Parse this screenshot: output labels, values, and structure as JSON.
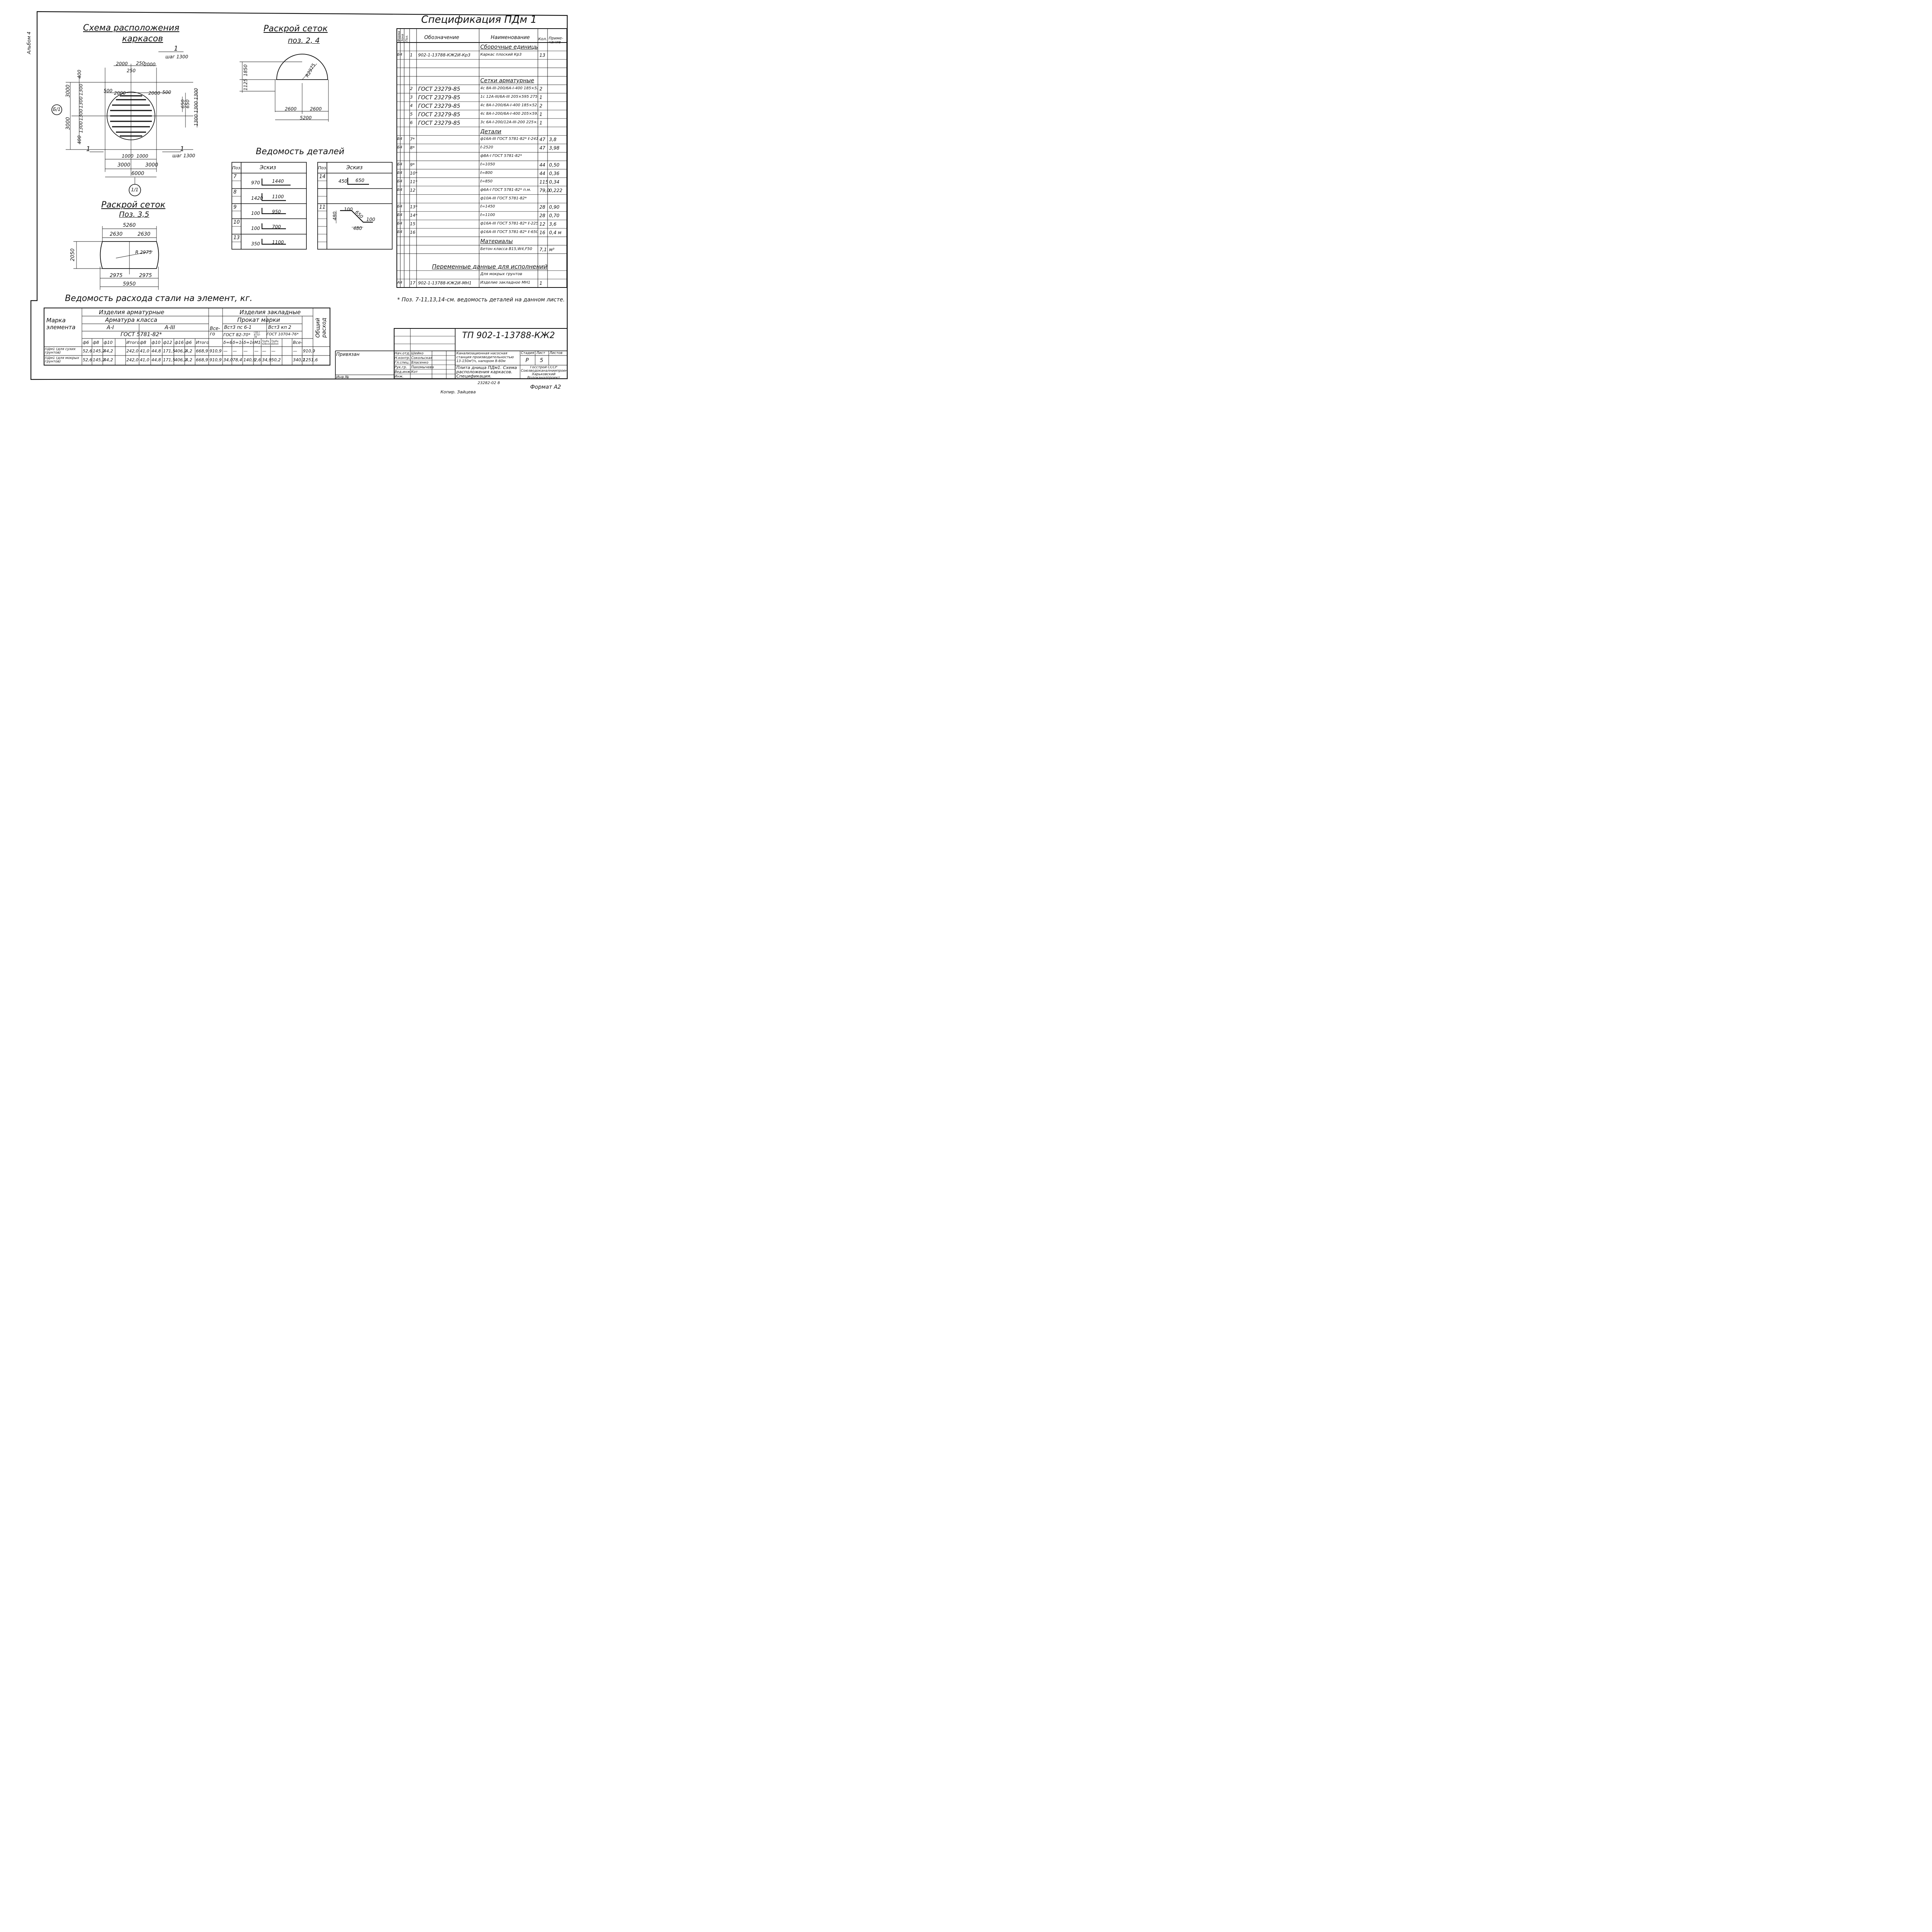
{
  "side_label": "Альбом 4",
  "scheme": {
    "title_line1": "Схема расположения",
    "title_line2": "каркасов",
    "mark_1_top": "1",
    "step_top": "шаг 1300",
    "mark_1_left": "1",
    "mark_1_right": "1",
    "step_right": "шаг 1300",
    "axis_b1": "Б/1",
    "axis_11": "1/1",
    "dims_top": [
      "2000",
      "250",
      "2000",
      "250"
    ],
    "dims_inner": [
      "500",
      "2000",
      "2000",
      "500"
    ],
    "dims_left": [
      "400",
      "1300",
      "1300",
      "1300",
      "1300",
      "400"
    ],
    "dims_left_outer": [
      "3000",
      "3000"
    ],
    "dims_right": [
      "1300",
      "1300",
      "650",
      "650",
      "1300"
    ],
    "dims_bottom_small": [
      "1000",
      "1000"
    ],
    "dims_bottom": [
      "3000",
      "3000"
    ],
    "dims_total": "6000"
  },
  "raskroy24": {
    "title": "Раскрой сеток",
    "subtitle": "поз. 2, 4",
    "dim_h1": "1850",
    "dim_h2": "1125",
    "radius": "R2975",
    "dims": [
      "2600",
      "2600"
    ],
    "total": "5200"
  },
  "raskroy35": {
    "title": "Раскрой сеток",
    "subtitle": "Поз. 3,5",
    "total_top": "5260",
    "dims_top": [
      "2630",
      "2630"
    ],
    "height": "2050",
    "radius": "R 2975",
    "dims_bottom": [
      "2975",
      "2975"
    ],
    "total_bottom": "5950"
  },
  "details": {
    "title": "Ведомость деталей",
    "col_pos": "Поз.",
    "col_sketch": "Эскиз",
    "left": [
      {
        "pos": "7",
        "a": "970",
        "b": "1440"
      },
      {
        "pos": "8",
        "a": "1420",
        "b": "1100"
      },
      {
        "pos": "9",
        "a": "100",
        "b": "950"
      },
      {
        "pos": "10",
        "a": "100",
        "b": "700"
      },
      {
        "pos": "13",
        "a": "350",
        "b": "1100"
      }
    ],
    "right": [
      {
        "pos": "14",
        "a": "450",
        "b": "650"
      },
      {
        "pos": "",
        "a": "",
        "b": ""
      },
      {
        "pos": "11",
        "a": "100",
        "b": "650",
        "c": "100",
        "d": "480",
        "e": "480"
      }
    ]
  },
  "spec": {
    "title": "Спецификация ПДм 1",
    "headers": [
      "Формат",
      "Зона",
      "Поз.",
      "Обозначение",
      "Наименование",
      "Кол.",
      "Приме-чание"
    ],
    "rows": [
      {
        "f": "",
        "p": "",
        "d": "",
        "n": "Сборочные единицы",
        "q": "",
        "r": "",
        "sec": true
      },
      {
        "f": "Б4",
        "p": "1",
        "d": "902-1-13788-КЖ2И-Кр3",
        "n": "Каркас плоский  Кр3",
        "q": "13",
        "r": ""
      },
      {
        "f": "",
        "p": "",
        "d": "",
        "n": "",
        "q": "",
        "r": ""
      },
      {
        "f": "",
        "p": "",
        "d": "",
        "n": "",
        "q": "",
        "r": ""
      },
      {
        "f": "",
        "p": "",
        "d": "",
        "n": "Сетки арматурные",
        "q": "",
        "r": "",
        "sec": true
      },
      {
        "f": "",
        "p": "2",
        "d": "ГОСТ 23279-85",
        "n": "4с 8А-III-200/6А-I-400 185×525 225+225/25",
        "q": "2",
        "r": ""
      },
      {
        "f": "",
        "p": "3",
        "d": "ГОСТ 23279-85",
        "n": "1с 12А-III/6А-III 205×595 275+275/25",
        "q": "1",
        "r": ""
      },
      {
        "f": "",
        "p": "4",
        "d": "ГОСТ 23279-85",
        "n": "4с 8А-I-200/6А-I-400 185×525 225+225/25",
        "q": "2",
        "r": ""
      },
      {
        "f": "",
        "p": "5",
        "d": "ГОСТ 23279-85",
        "n": "4с 8А-I-200/6А-I-400 205×595 175+175/25",
        "q": "1",
        "r": ""
      },
      {
        "f": "",
        "p": "6",
        "d": "ГОСТ 23279-85",
        "n": "3с 6А-I-200/12А-III-200 225×505",
        "q": "1",
        "r": ""
      },
      {
        "f": "",
        "p": "",
        "d": "",
        "n": "Детали",
        "q": "",
        "r": "",
        "sec": true
      },
      {
        "f": "Б4",
        "p": "7*",
        "d": "",
        "n": "ф16А-III ГОСТ 5781-82* ℓ-2410",
        "q": "47",
        "r": "3,8"
      },
      {
        "f": "Б4",
        "p": "8*",
        "d": "",
        "n": "ℓ-2520",
        "q": "47",
        "r": "3,98"
      },
      {
        "f": "",
        "p": "",
        "d": "",
        "n": "ф8А-I ГОСТ 5781-82*",
        "q": "",
        "r": ""
      },
      {
        "f": "Б4",
        "p": "9*",
        "d": "",
        "n": "ℓ=1050",
        "q": "44",
        "r": "0,50"
      },
      {
        "f": "Б4",
        "p": "10*",
        "d": "",
        "n": "ℓ=800",
        "q": "44",
        "r": "0,36"
      },
      {
        "f": "Б4",
        "p": "11*",
        "d": "",
        "n": "ℓ=850",
        "q": "115",
        "r": "0,34"
      },
      {
        "f": "Б4",
        "p": "12",
        "d": "",
        "n": "ф6А-I ГОСТ 5781-82* п.м.",
        "q": "79,0",
        "r": "0,222"
      },
      {
        "f": "",
        "p": "",
        "d": "",
        "n": "ф10А-III ГОСТ 5781-82*",
        "q": "",
        "r": ""
      },
      {
        "f": "Б4",
        "p": "13*",
        "d": "",
        "n": "ℓ=1450",
        "q": "28",
        "r": "0,90"
      },
      {
        "f": "Б4",
        "p": "14*",
        "d": "",
        "n": "ℓ=1100",
        "q": "28",
        "r": "0,70"
      },
      {
        "f": "Б4",
        "p": "15",
        "d": "",
        "n": "ф16А-III ГОСТ 5781-82* ℓ-2250",
        "q": "12",
        "r": "3,6"
      },
      {
        "f": "Б4",
        "p": "16",
        "d": "",
        "n": "ф16А-III ГОСТ 5781-82* ℓ-650",
        "q": "16",
        "r": "0,4 м"
      },
      {
        "f": "",
        "p": "",
        "d": "",
        "n": "Материалы",
        "q": "",
        "r": "",
        "sec": true
      },
      {
        "f": "",
        "p": "",
        "d": "",
        "n": "Бетон класса В15,W4,F50",
        "q": "7,1",
        "r": "м³"
      },
      {
        "f": "",
        "p": "",
        "d": "",
        "n": "",
        "q": "",
        "r": ""
      },
      {
        "f": "",
        "p": "",
        "d": "",
        "n": "Для мокрых грунтов",
        "q": "",
        "r": ""
      },
      {
        "f": "А4",
        "p": "17",
        "d": "902-1-13788-КЖ2И-МН1",
        "n": "Изделие закладное МН1",
        "q": "1",
        "r": ""
      }
    ],
    "variable_data": "Переменные данные для исполнений",
    "footnote": "* Поз. 7-11,13,14-см. ведомость деталей на данном листе."
  },
  "steel": {
    "title": "Ведомость расхода стали на элемент, кг.",
    "h_mark": "Марка элемента",
    "h_arm": "Изделия арматурные",
    "h_arm_class": "Арматура класса",
    "h_ai": "А-I",
    "h_aiii": "А-III",
    "h_gost": "ГОСТ 5781-82*",
    "h_total": "Все-го",
    "h_zakl": "Изделия закладные",
    "h_prokat": "Прокат марки",
    "h_vst_ps": "Вст3 пс 6-1",
    "h_vst_kp": "Вст3 кп 2",
    "h_gost82": "ГОСТ 82-70*",
    "h_gost8732": "ГОСТ 8732-78",
    "h_gost10704": "ГОСТ 10704-76*",
    "h_common": "Общий расход",
    "sub": [
      "ф6",
      "ф8",
      "ф10",
      "",
      "Итого",
      "ф8",
      "ф10",
      "ф12",
      "ф16",
      "ф6",
      "Итого",
      "",
      "δ=6",
      "δ=10",
      "δ=16",
      "М16",
      "Труба 426х10",
      "Труба 820х5",
      "",
      "Все-го",
      ""
    ],
    "rows": [
      {
        "mark": "ПДм1 (для сухих грунтов)",
        "v": [
          "52,6",
          "145,2",
          "44,2",
          "",
          "242,0",
          "41,0",
          "44,8",
          "171,5",
          "406,2",
          "4,2",
          "668,9",
          "910,9",
          "—",
          "—",
          "—",
          "—",
          "—",
          "—",
          "",
          "—",
          "910,9"
        ]
      },
      {
        "mark": "ПДм1 (для мокрых грунтов)",
        "v": [
          "52,6",
          "145,2",
          "44,2",
          "",
          "242,0",
          "41,0",
          "44,8",
          "171,5",
          "406,2",
          "4,2",
          "668,9",
          "910,9",
          "34,0",
          "78,4",
          "140,6",
          "2,6",
          "34,9",
          "50,2",
          "",
          "340,7",
          "1251,6"
        ]
      }
    ]
  },
  "stamp": {
    "code": "ТП 902-1-13788-КЖ2",
    "privyazan": "Привязан",
    "inv": "Инв.№",
    "roles": [
      "Нач.отд.",
      "Н.контр.",
      "Гл.спец.",
      "Рук.гр.",
      "Вед.инж.",
      "Инж."
    ],
    "names": [
      "Шейко",
      "Сокольская",
      "Власенко",
      "Пахомычева",
      "Кот",
      ""
    ],
    "object": "Канализационная насосная станция производительностью 13-150м³/ч, напором 8-60м",
    "sheet_title": "Плита днища ПДм1. Схема расположения каркасов. Спецификация.",
    "stage_h": "Стадия",
    "sheet_h": "Лист",
    "sheets_h": "Листов",
    "stage": "Р",
    "sheet": "5",
    "org": "Госстрой СССР Союзводоканалниипроект Харьковский Водоканалпроект",
    "number": "23282-02  8",
    "copy": "Копир. Зайцева",
    "format": "Формат А2"
  }
}
